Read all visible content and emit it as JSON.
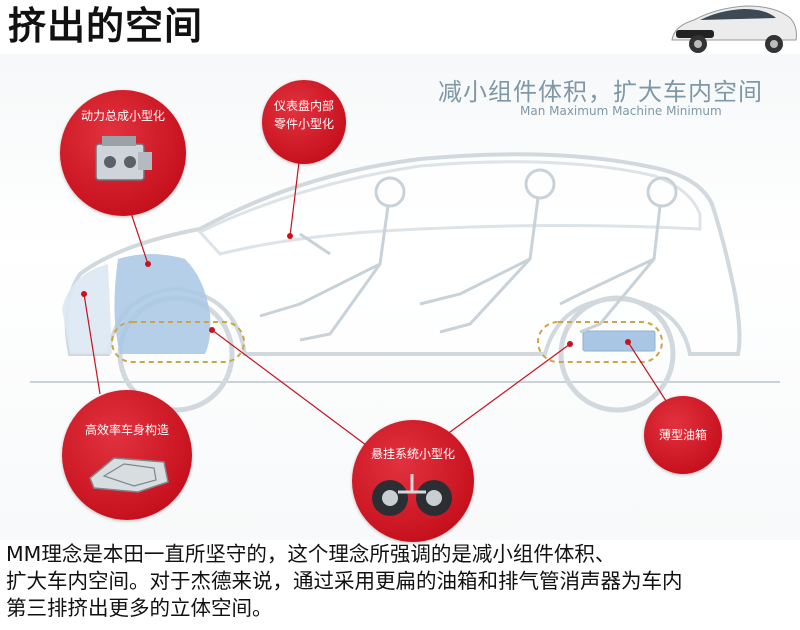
{
  "title": "挤出的空间",
  "headline": "减小组件体积，扩大车内空间",
  "subline": "Man Maximum Machine Minimum",
  "callouts": {
    "powertrain": "动力总成小型化",
    "dashboard_line1": "仪表盘内部",
    "dashboard_line2": "零件小型化",
    "body": "高效率车身构造",
    "suspension": "悬挂系统小型化",
    "fuel_tank": "薄型油箱"
  },
  "caption": {
    "line1": "MM理念是本田一直所坚守的，这个理念所强调的是减小组件体积、",
    "line2": "扩大车内空间。对于杰德来说，通过采用更扁的油箱和排气管消声器为车内",
    "line3": "第三排挤出更多的立体空间。"
  },
  "colors": {
    "accent_red": "#c8121f",
    "diagram_blue": "#7f98a8",
    "highlight_blue": "#a9c7e4"
  }
}
